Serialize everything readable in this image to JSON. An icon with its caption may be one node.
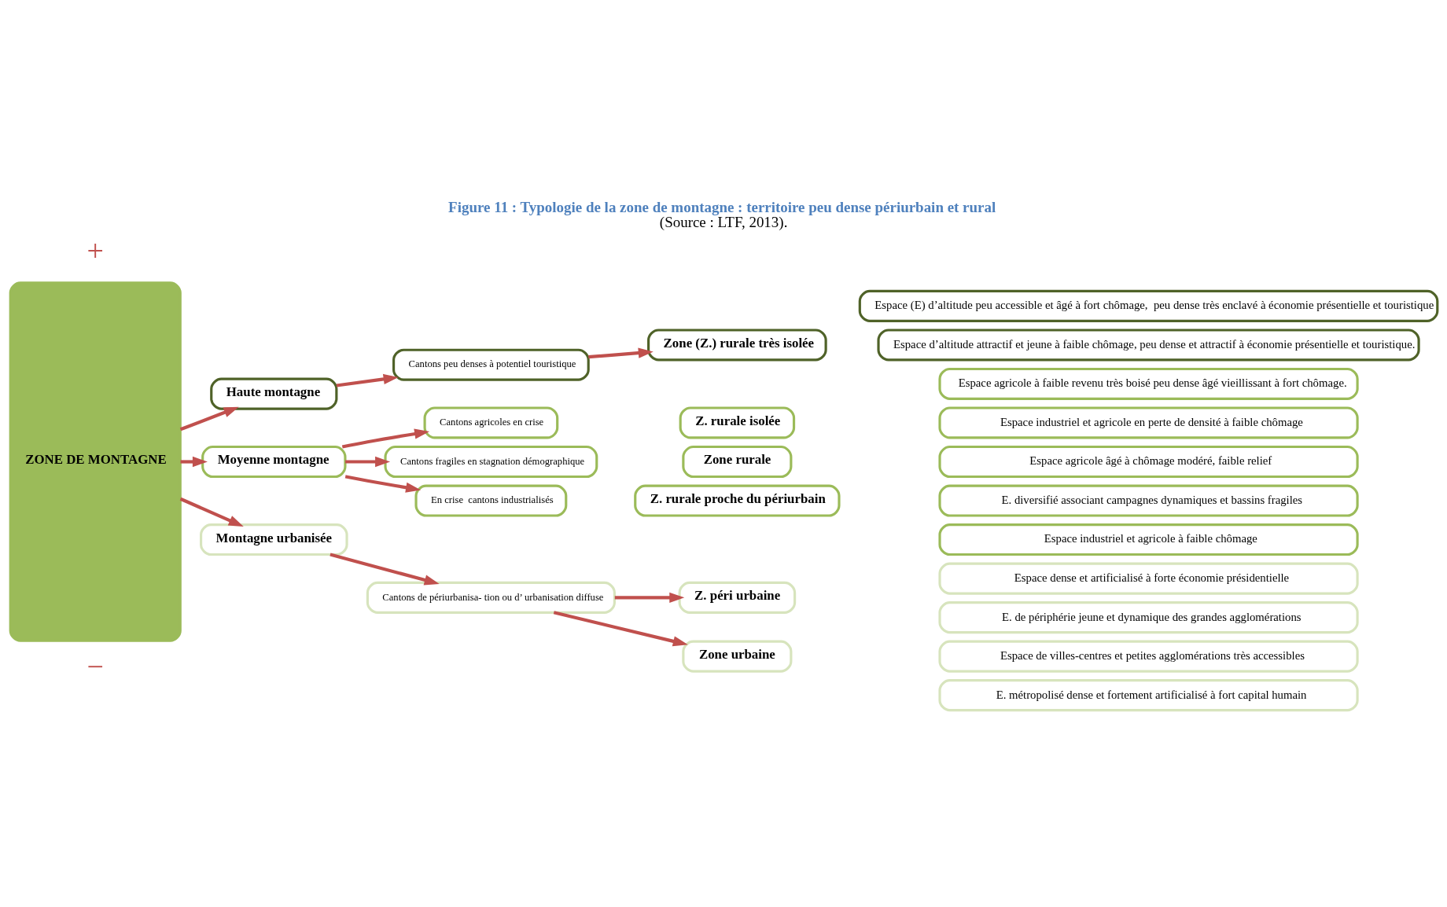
{
  "diagram": {
    "title": "Figure 11 : Typologie de la zone de montagne : territoire peu dense périurbain et rural",
    "caption": "(Source : LTF, 2013).",
    "nodes": [
      {
        "text": [
          "ZONE DE MONTAGNE"
        ]
      },
      {
        "text": [
          "Haute montagne"
        ]
      },
      {
        "text": [
          "Cantons peu denses à potentiel touristique"
        ]
      },
      {
        "text": [
          "Zone (Z.) rurale très isolée"
        ]
      },
      {
        "text": [
          "Espace (E) d’altitude peu accessible et âgé à fort chômage,  peu dense très enclavé à économie présentielle et touristique"
        ]
      },
      {
        "text": [
          "Espace d’altitude attractif et jeune à faible chômage, peu dense et attractif à économie présentielle et touristique."
        ]
      },
      {
        "text": [
          "Moyenne montagne"
        ]
      },
      {
        "text": [
          "Cantons agricoles en crise"
        ]
      },
      {
        "text": [
          "Cantons fragiles en stagnation démographique"
        ]
      },
      {
        "text": [
          "En crise  cantons industrialisés"
        ]
      },
      {
        "text": [
          "Z. rurale isolée"
        ]
      },
      {
        "text": [
          "Zone rurale"
        ]
      },
      {
        "text": [
          "Z. rurale proche du périurbain"
        ]
      },
      {
        "text": [
          "Espace agricole à faible revenu très boisé peu dense âgé vieillissant à fort chômage."
        ]
      },
      {
        "text": [
          "Espace industriel et agricole en perte de densité à faible chômage"
        ]
      },
      {
        "text": [
          "Espace agricole âgé à chômage modéré, faible relief"
        ]
      },
      {
        "text": [
          "E. diversifié associant campagnes dynamiques et bassins fragiles"
        ]
      },
      {
        "text": [
          "Espace industriel et agricole à faible chômage"
        ]
      },
      {
        "text": [
          "Montagne urbanisée"
        ]
      },
      {
        "text": [
          "Cantons de périurbanisa- tion ou d’ urbanisation diffuse"
        ]
      },
      {
        "text": [
          "Z. péri urbaine"
        ]
      },
      {
        "text": [
          "Zone urbaine"
        ]
      },
      {
        "text": [
          "Espace dense et artificialisé à forte économie présidentielle"
        ]
      },
      {
        "text": [
          "E. de périphérie jeune et dynamique des grandes agglomérations"
        ]
      },
      {
        "text": [
          "Espace de villes-centres et petites agglomérations très accessibles"
        ]
      },
      {
        "text": [
          "E. métropolisé dense et fortement artificialisé à fort capital humain"
        ]
      }
    ],
    "edges": [
      {
        "from": 0,
        "to": 1,
        "arrow": "to"
      },
      {
        "from": 1,
        "to": 2,
        "arrow": "to"
      },
      {
        "from": 2,
        "to": 3,
        "arrow": "to"
      },
      {
        "from": 0,
        "to": 6,
        "arrow": "to"
      },
      {
        "from": 6,
        "to": 7,
        "arrow": "to"
      },
      {
        "from": 6,
        "to": 8,
        "arrow": "to"
      },
      {
        "from": 6,
        "to": 9,
        "arrow": "to"
      },
      {
        "from": 0,
        "to": 18,
        "arrow": "to"
      },
      {
        "from": 18,
        "to": 19,
        "arrow": "to"
      },
      {
        "from": 19,
        "to": 20,
        "arrow": "to"
      },
      {
        "from": 19,
        "to": 21,
        "arrow": "to"
      }
    ],
    "labels": [
      "+",
      "−"
    ]
  }
}
